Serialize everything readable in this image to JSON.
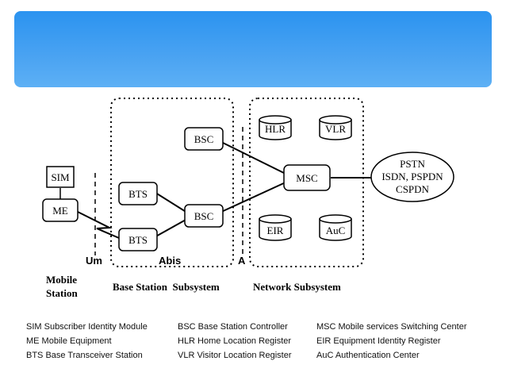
{
  "nodes": {
    "sim": "SIM",
    "me": "ME",
    "bts_top": "BTS",
    "bts_bottom": "BTS",
    "bsc_top": "BSC",
    "bsc_mid": "BSC",
    "msc": "MSC",
    "hlr": "HLR",
    "vlr": "VLR",
    "eir": "EIR",
    "auc": "AuC",
    "pstn_lines": [
      "PSTN",
      "ISDN, PSPDN",
      "CSPDN"
    ]
  },
  "interfaces": {
    "um": "Um",
    "abis": "Abis",
    "a": "A"
  },
  "groups": {
    "mobile_station_lines": [
      "Mobile",
      "Station"
    ],
    "bss": "Base Station  Subsystem",
    "nss": "Network Subsystem"
  },
  "legend": {
    "col1": [
      "SIM  Subscriber Identity Module",
      "ME  Mobile Equipment",
      "BTS  Base Transceiver Station"
    ],
    "col2": [
      "BSC  Base Station Controller",
      "HLR  Home Location Register",
      "VLR  Visitor Location Register"
    ],
    "col3": [
      "MSC  Mobile services Switching Center",
      "EIR  Equipment Identity Register",
      "AuC  Authentication Center"
    ]
  },
  "colors": {
    "banner": "#3b9bf0"
  }
}
